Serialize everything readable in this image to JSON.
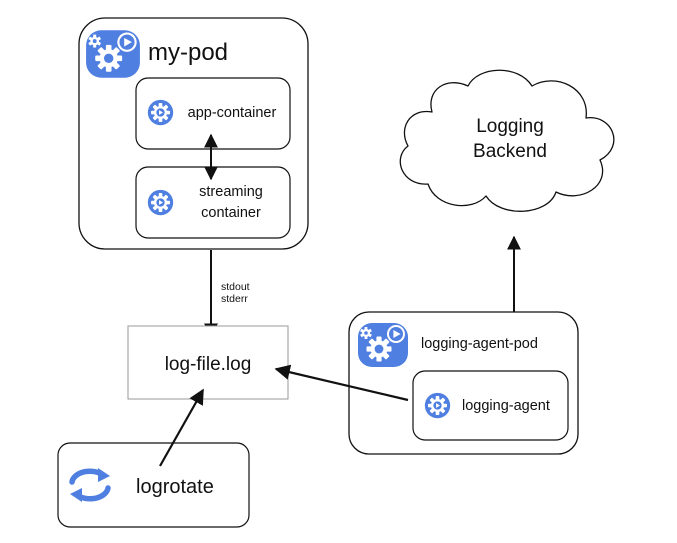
{
  "pod": {
    "title": "my-pod",
    "app_container": "app-container",
    "streaming_line1": "streaming",
    "streaming_line2": "container"
  },
  "stream_labels": {
    "stdout": "stdout",
    "stderr": "stderr"
  },
  "log_file": "log-file.log",
  "logrotate": "logrotate",
  "backend": {
    "line1": "Logging",
    "line2": "Backend"
  },
  "agent_pod": {
    "title": "logging-agent-pod",
    "agent": "logging-agent"
  },
  "colors": {
    "icon_blue": "#4F7FE0",
    "arrow": "#111111",
    "border": "#111111",
    "log_border": "#999999"
  },
  "icons": [
    "pod-gear-icon",
    "container-gear-icon",
    "logrotate-cycle-icon"
  ]
}
